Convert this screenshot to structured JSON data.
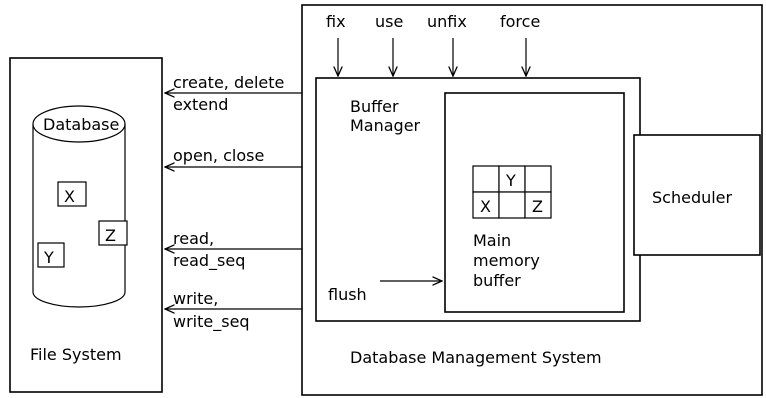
{
  "file_system": {
    "label": "File System",
    "database": {
      "label": "Database",
      "items": [
        "X",
        "Z",
        "Y"
      ]
    }
  },
  "dbms": {
    "label": "Database Management System",
    "top_calls": [
      "fix",
      "use",
      "unfix",
      "force"
    ],
    "buffer_manager": {
      "label_line1": "Buffer",
      "label_line2": "Manager"
    },
    "buffer": {
      "grid_top": "Y",
      "grid_bottom_left": "X",
      "grid_bottom_right": "Z",
      "label_line1": "Main",
      "label_line2": "memory",
      "label_line3": "buffer"
    },
    "flush_label": "flush",
    "scheduler_label": "Scheduler"
  },
  "calls": [
    {
      "line1": "create, delete",
      "line2": "extend"
    },
    {
      "line1": "open, close",
      "line2": ""
    },
    {
      "line1": "read,",
      "line2": "read_seq"
    },
    {
      "line1": "write,",
      "line2": "write_seq"
    }
  ],
  "colors": {
    "stroke": "#000000",
    "background": "#ffffff"
  }
}
